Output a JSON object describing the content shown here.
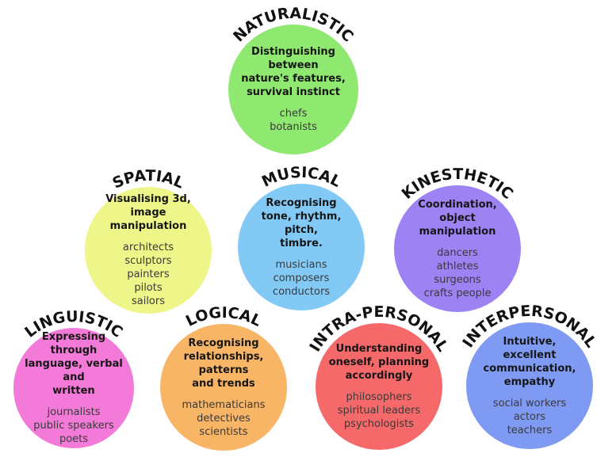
{
  "intelligences": [
    {
      "key": "naturalistic",
      "title": "NATURALISTIC",
      "color": "#8fe870",
      "description": [
        "Distinguishing",
        "between",
        "nature's features,",
        "survival instinct"
      ],
      "occupations": [
        "chefs",
        "botanists"
      ]
    },
    {
      "key": "spatial",
      "title": "SPATIAL",
      "color": "#eef68a",
      "description": [
        "Visualising 3d,",
        "image manipulation"
      ],
      "occupations": [
        "architects",
        "sculptors",
        "painters",
        "pilots",
        "sailors"
      ]
    },
    {
      "key": "musical",
      "title": "MUSICAL",
      "color": "#82c9f6",
      "description": [
        "Recognising",
        "tone, rhythm, pitch,",
        "timbre."
      ],
      "occupations": [
        "musicians",
        "composers",
        "conductors"
      ]
    },
    {
      "key": "kinesthetic",
      "title": "KINESTHETIC",
      "color": "#9c82f2",
      "description": [
        "Coordination,",
        "object manipulation"
      ],
      "occupations": [
        "dancers",
        "athletes",
        "surgeons",
        "crafts people"
      ]
    },
    {
      "key": "linguistic",
      "title": "LINGUISTIC",
      "color": "#f37ad8",
      "description": [
        "Expressing through",
        "language, verbal and",
        "written"
      ],
      "occupations": [
        "journalists",
        "public speakers",
        "poets"
      ]
    },
    {
      "key": "logical",
      "title": "LOGICAL",
      "color": "#f9b566",
      "description": [
        "Recognising",
        "relationships, patterns",
        "and trends"
      ],
      "occupations": [
        "mathematicians",
        "detectives",
        "scientists"
      ]
    },
    {
      "key": "intrapersonal",
      "title": "INTRA-PERSONAL",
      "color": "#f5696a",
      "description": [
        "Understanding",
        "oneself, planning",
        "accordingly"
      ],
      "occupations": [
        "philosophers",
        "spiritual leaders",
        "psychologists"
      ]
    },
    {
      "key": "interpersonal",
      "title": "INTERPERSONAL",
      "color": "#7f9af2",
      "description": [
        "Intuitive, excellent",
        "communication,",
        "empathy"
      ],
      "occupations": [
        "social workers",
        "actors",
        "teachers"
      ]
    }
  ]
}
